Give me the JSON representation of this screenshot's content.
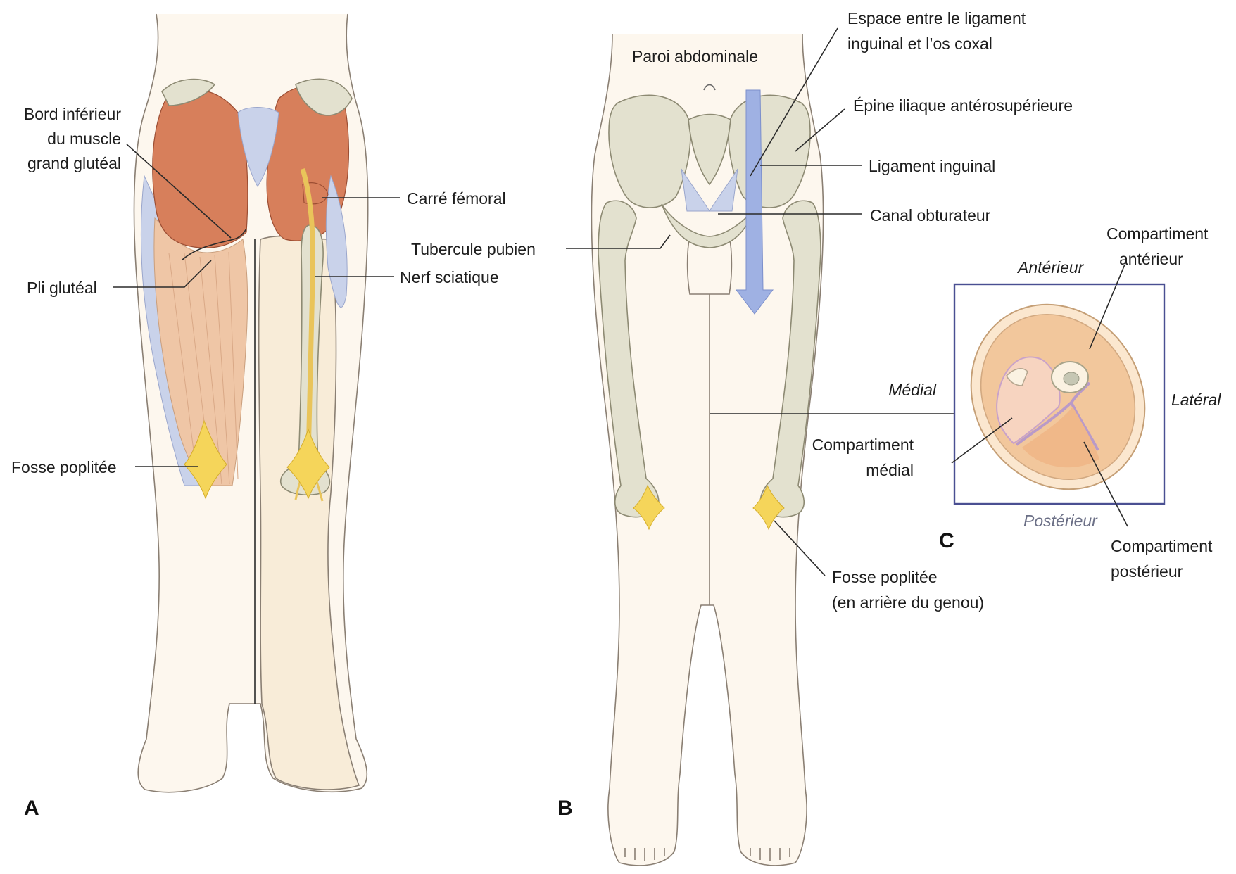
{
  "panels": {
    "a": "A",
    "b": "B",
    "c": "C"
  },
  "panel_a": {
    "bord_inferieur": [
      "Bord inférieur",
      "du muscle",
      "grand glutéal"
    ],
    "pli_gluteal": "Pli glutéal",
    "fosse_poplitee": "Fosse poplitée",
    "carre_femoral": "Carré fémoral",
    "nerf_sciatique": "Nerf sciatique"
  },
  "panel_b": {
    "paroi_abdominale": "Paroi abdominale",
    "espace": [
      "Espace entre le ligament",
      "inguinal et l’os coxal"
    ],
    "epine_iliaque": "Épine iliaque antérosupérieure",
    "ligament_inguinal": "Ligament inguinal",
    "canal_obturateur": "Canal obturateur",
    "tubercule_pubien": "Tubercule pubien",
    "fosse_poplitee": [
      "Fosse poplitée",
      "(en arrière du genou)"
    ]
  },
  "panel_c": {
    "anterieur": "Antérieur",
    "lateral": "Latéral",
    "medial": "Médial",
    "posterieur": "Postérieur",
    "compartiment_anterieur": [
      "Compartiment",
      "antérieur"
    ],
    "compartiment_medial": [
      "Compartiment",
      "médial"
    ],
    "compartiment_posterieur": [
      "Compartiment",
      "postérieur"
    ]
  },
  "colors": {
    "muscle": "#d77f5b",
    "hamstring": "#efc6a6",
    "bone": "#e3e1cf",
    "nerve": "#e9c45a",
    "arrow": "#9fb1e3",
    "frame": "#4a4f92"
  }
}
